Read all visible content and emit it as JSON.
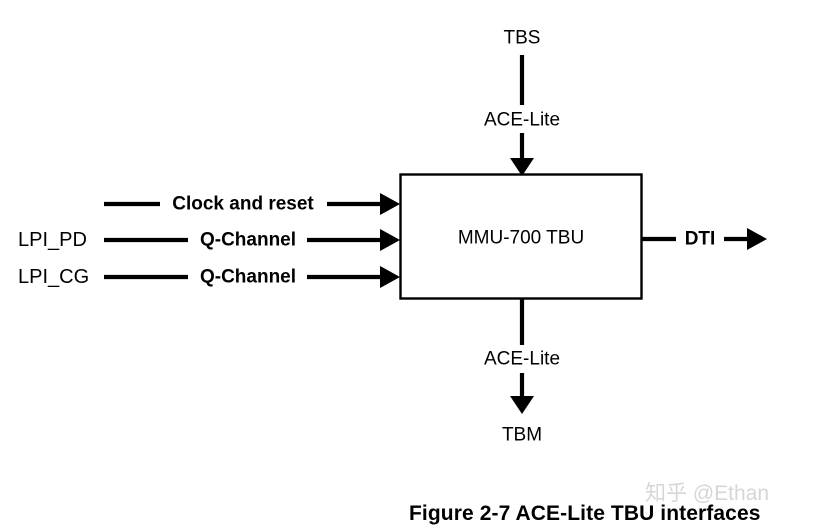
{
  "figure": {
    "caption": "Figure 2-7  ACE-Lite TBU interfaces",
    "watermark": "知乎 @Ethan",
    "background_color": "#ffffff",
    "line_color": "#000000"
  },
  "block": {
    "label": "MMU-700 TBU"
  },
  "top_port": {
    "endpoint_label": "TBS",
    "protocol_label": "ACE-Lite",
    "direction": "into-block"
  },
  "bottom_port": {
    "endpoint_label": "TBM",
    "protocol_label": "ACE-Lite",
    "direction": "out-of-block"
  },
  "right_port": {
    "protocol_label": "DTI",
    "direction": "out-of-block"
  },
  "left_ports": [
    {
      "source_label": "",
      "protocol_label": "Clock and reset",
      "direction": "into-block"
    },
    {
      "source_label": "LPI_PD",
      "protocol_label": "Q-Channel",
      "direction": "into-block"
    },
    {
      "source_label": "LPI_CG",
      "protocol_label": "Q-Channel",
      "direction": "into-block"
    }
  ]
}
